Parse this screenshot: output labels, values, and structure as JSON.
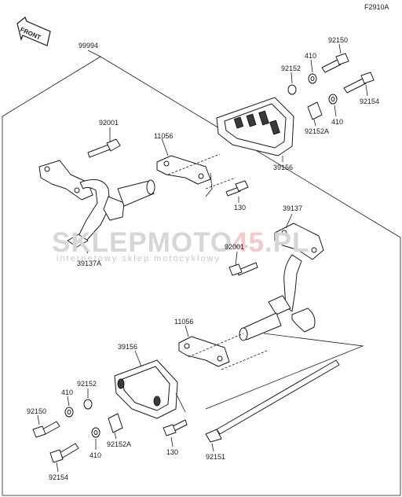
{
  "diagram_code": "F2910A",
  "direction_label": "FRONT",
  "watermark": {
    "part1": "SKLEPMOTO",
    "part2": "45",
    "part3": ".PL",
    "subtitle": "internetowy sklep motocyklowy"
  },
  "labels": {
    "assembly": "99994",
    "bolt_small_upper": "92150",
    "washer_top": "410",
    "collar_top": "92152",
    "bolt_top_right": "92154",
    "washer_right": "410",
    "collar_right": "92152A",
    "slider_upper": "39156",
    "bolt_bracket_left": "92001",
    "bracket_plate_upper": "11056",
    "bolt_130_upper": "130",
    "frame_left": "39137A",
    "frame_right": "39137",
    "bolt_bracket_right": "92001",
    "bracket_plate_lower": "11056",
    "slider_lower": "39156",
    "collar_lower_left": "92152",
    "washer_lower_left": "410",
    "bolt_small_lower": "92150",
    "washer_lower_bottom": "410",
    "collar_lower_bottom": "92152A",
    "bolt_130_lower": "130",
    "bolt_long": "92151",
    "bolt_bottom_left": "92154"
  }
}
